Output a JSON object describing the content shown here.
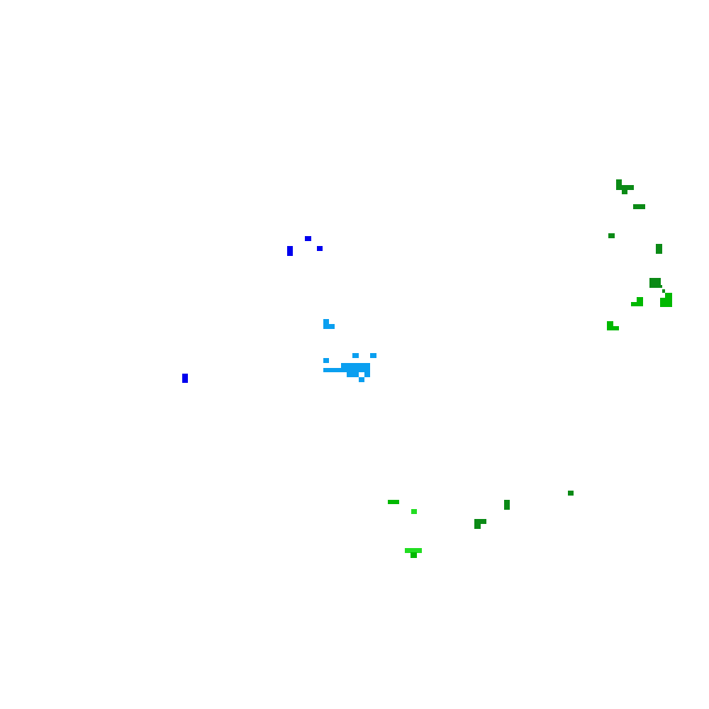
{
  "palette": {
    "background": "#ffffff",
    "blue": "#0000ee",
    "sky_blue": "#0a9ff0",
    "dark_green": "#0b8a16",
    "medium_green": "#00b800",
    "bright_green": "#22dd22"
  },
  "clusters": [
    {
      "name": "blue-cluster",
      "color": "blue"
    },
    {
      "name": "sky-blue-cluster",
      "color": "sky_blue"
    },
    {
      "name": "green-cluster-upper-right",
      "color": "dark_green"
    },
    {
      "name": "green-cluster-lower",
      "color": "medium_green"
    }
  ]
}
